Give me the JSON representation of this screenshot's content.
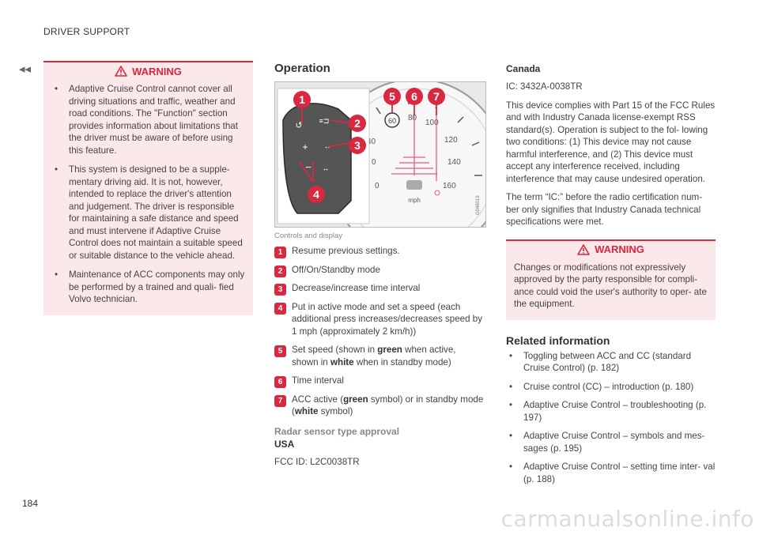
{
  "header": {
    "section": "DRIVER SUPPORT",
    "page_number": "184",
    "back_symbol": "◂◂"
  },
  "warning1": {
    "title": "WARNING",
    "items": [
      "Adaptive Cruise Control cannot cover all driving situations and traffic, weather and road conditions. The \"Function\" section provides information about limitations that the driver must be aware of before using this feature.",
      "This system is designed to be a supple- mentary driving aid. It is not, however, intended to replace the driver's attention and judgement. The driver is responsible for maintaining a safe distance and speed and must intervene if Adaptive Cruise Control does not maintain a suitable speed or suitable distance to the vehicle ahead.",
      "Maintenance of ACC components may only be performed by a trained and quali- fied Volvo technician."
    ]
  },
  "operation": {
    "title": "Operation",
    "figure": {
      "caption": "Controls and display",
      "callouts": [
        "1",
        "2",
        "3",
        "4",
        "5",
        "6",
        "7"
      ],
      "speeds": [
        "40",
        "60",
        "80",
        "100",
        "120",
        "140",
        "160",
        "0",
        "0"
      ],
      "set_speed": "60",
      "unit": "mph",
      "image_code": "G046019"
    },
    "items": [
      {
        "num": "1",
        "parts": [
          {
            "t": "Resume previous settings.",
            "b": false
          }
        ]
      },
      {
        "num": "2",
        "parts": [
          {
            "t": "Off/On/Standby mode",
            "b": false
          }
        ]
      },
      {
        "num": "3",
        "parts": [
          {
            "t": "Decrease/increase time interval",
            "b": false
          }
        ]
      },
      {
        "num": "4",
        "parts": [
          {
            "t": "Put in active mode and set a speed (each additional press increases/decreases speed by 1 mph (approximately 2 km/h))",
            "b": false
          }
        ]
      },
      {
        "num": "5",
        "parts": [
          {
            "t": "Set speed (shown in ",
            "b": false
          },
          {
            "t": "green",
            "b": true
          },
          {
            "t": " when active, shown in ",
            "b": false
          },
          {
            "t": "white",
            "b": true
          },
          {
            "t": " when in standby mode)",
            "b": false
          }
        ]
      },
      {
        "num": "6",
        "parts": [
          {
            "t": "Time interval",
            "b": false
          }
        ]
      },
      {
        "num": "7",
        "parts": [
          {
            "t": "ACC active (",
            "b": false
          },
          {
            "t": "green",
            "b": true
          },
          {
            "t": " symbol) or in standby mode (",
            "b": false
          },
          {
            "t": "white",
            "b": true
          },
          {
            "t": " symbol)",
            "b": false
          }
        ]
      }
    ],
    "radar_heading": "Radar sensor type approval",
    "usa_heading": "USA",
    "usa_text": "FCC ID: L2C0038TR"
  },
  "canada": {
    "heading": "Canada",
    "ic": "IC: 3432A-0038TR",
    "paragraph1": "This device complies with Part 15 of the FCC Rules and with Industry Canada license-exempt RSS standard(s). Operation is subject to the fol- lowing two conditions: (1) This device may not cause harmful interference, and (2) This device must accept any interference received, including interference that may cause undesired operation.",
    "paragraph2": "The term “IC:” before the radio certification num- ber only signifies that Industry Canada technical specifications were met."
  },
  "warning2": {
    "title": "WARNING",
    "text": "Changes or modifications not expressively approved by the party responsible for compli- ance could void the user's authority to oper- ate the equipment."
  },
  "related": {
    "title": "Related information",
    "items": [
      "Toggling between ACC and CC (standard Cruise Control) (p. 182)",
      "Cruise control (CC) – introduction (p. 180)",
      "Adaptive Cruise Control – troubleshooting (p. 197)",
      "Adaptive Cruise Control – symbols and mes- sages (p. 195)",
      "Adaptive Cruise Control – setting time inter- val (p. 188)"
    ]
  },
  "colors": {
    "accent": "#d9283f",
    "warning_bg": "#fbe8eb"
  },
  "watermark": "carmanualsonline.info"
}
